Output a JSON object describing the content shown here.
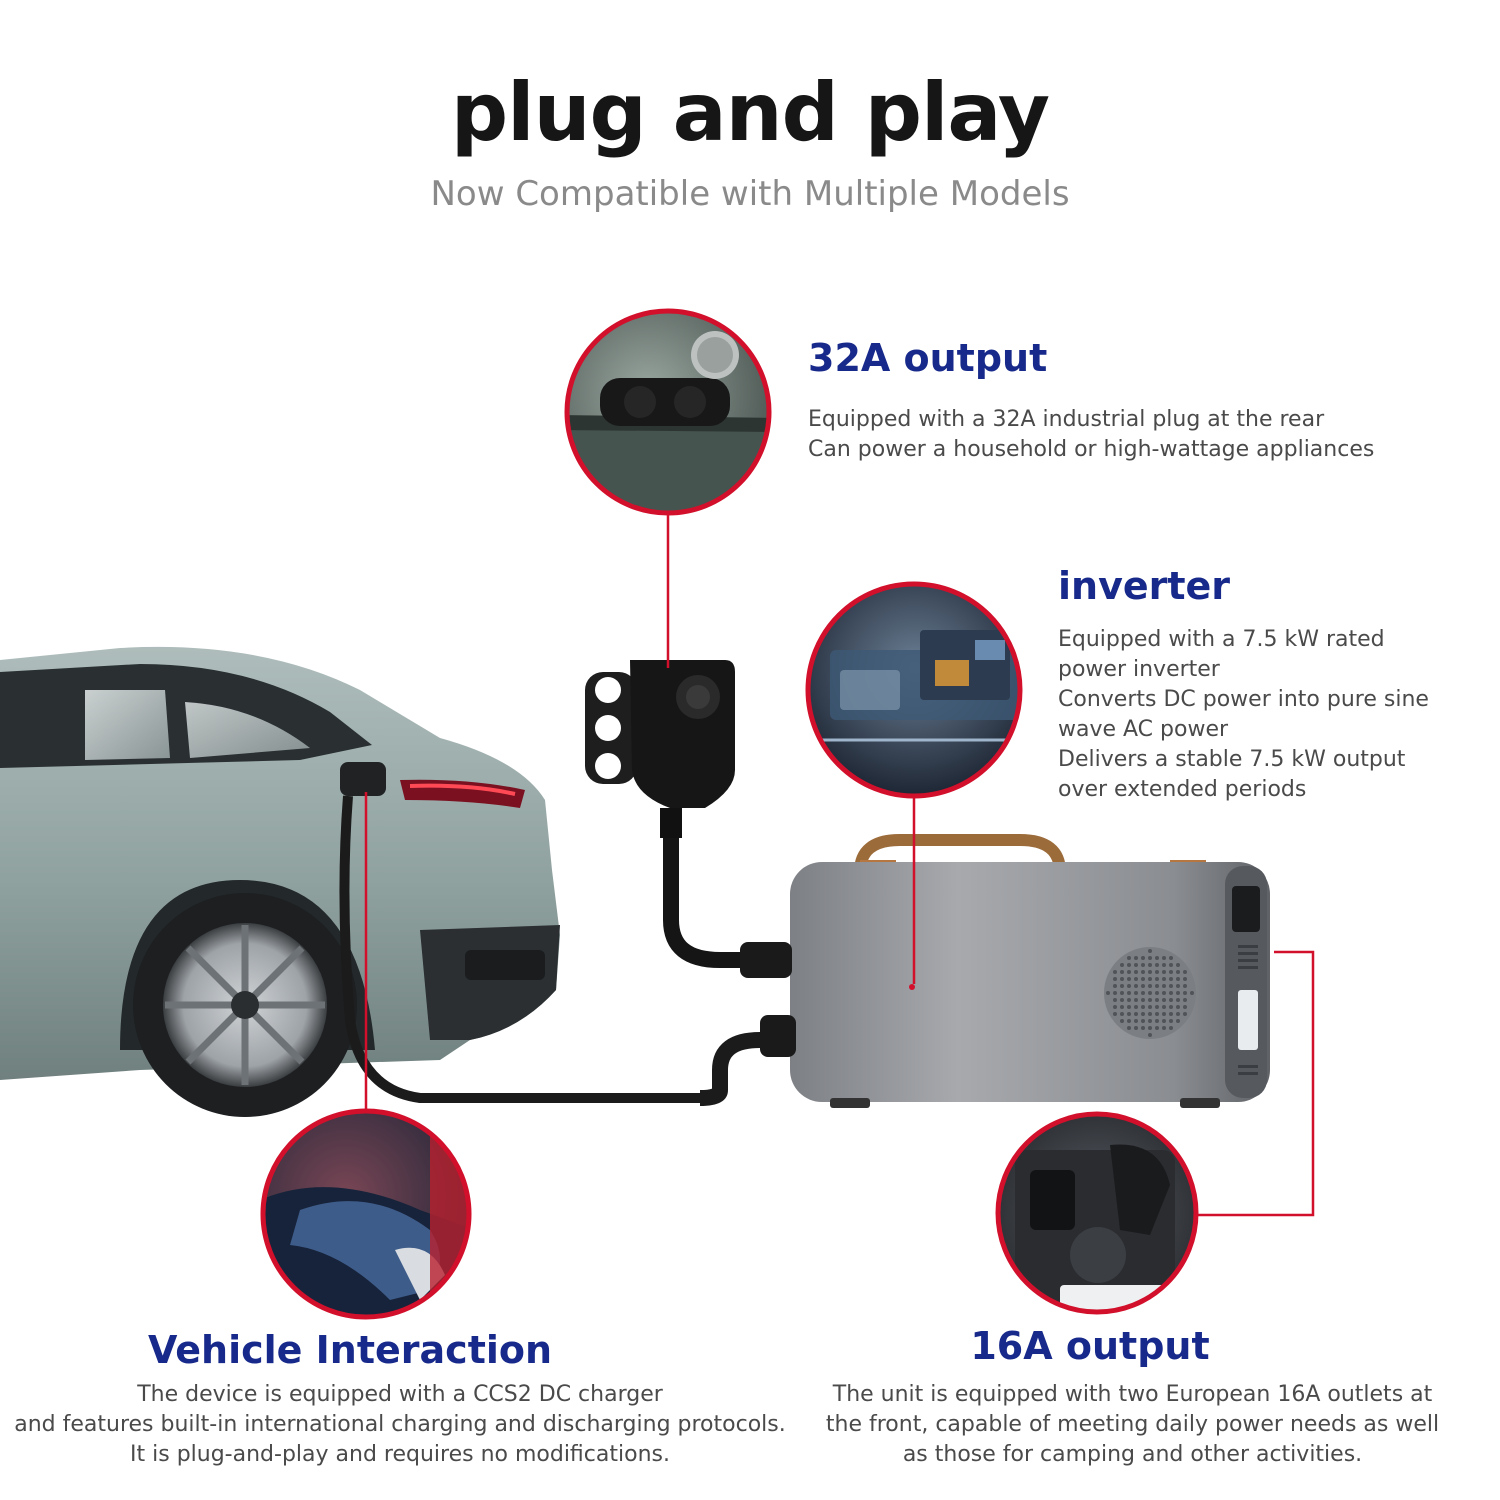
{
  "header": {
    "title": "plug and play",
    "subtitle": "Now Compatible with Multiple Models"
  },
  "features": {
    "output32a": {
      "title": "32A output",
      "lines": [
        "Equipped with a 32A industrial plug at the rear",
        "Can power a household or high-wattage appliances"
      ]
    },
    "inverter": {
      "title": "inverter",
      "lines": [
        "Equipped with a 7.5 kW rated",
        "power inverter",
        "Converts DC power into pure sine",
        "wave AC power",
        "Delivers a stable 7.5 kW output",
        "over extended periods"
      ]
    },
    "vehicle": {
      "title": "Vehicle Interaction",
      "lines": [
        "The device is equipped with a CCS2 DC charger",
        "and features built-in international charging and discharging protocols.",
        "It is plug-and-play and requires no modifications."
      ]
    },
    "output16a": {
      "title": "16A output",
      "lines": [
        "The unit is equipped with two European 16A outlets at",
        "the front, capable of meeting daily power needs as well",
        "as those for camping and other activities."
      ]
    }
  },
  "colors": {
    "accent_red": "#d2102b",
    "heading_blue": "#17298a",
    "car_body": "#93a6a3",
    "unit_body": "#8e9196"
  },
  "icons": [
    "ccs2-connector-icon",
    "industrial-plug-icon",
    "inverter-board-icon",
    "eu-outlet-icon"
  ]
}
